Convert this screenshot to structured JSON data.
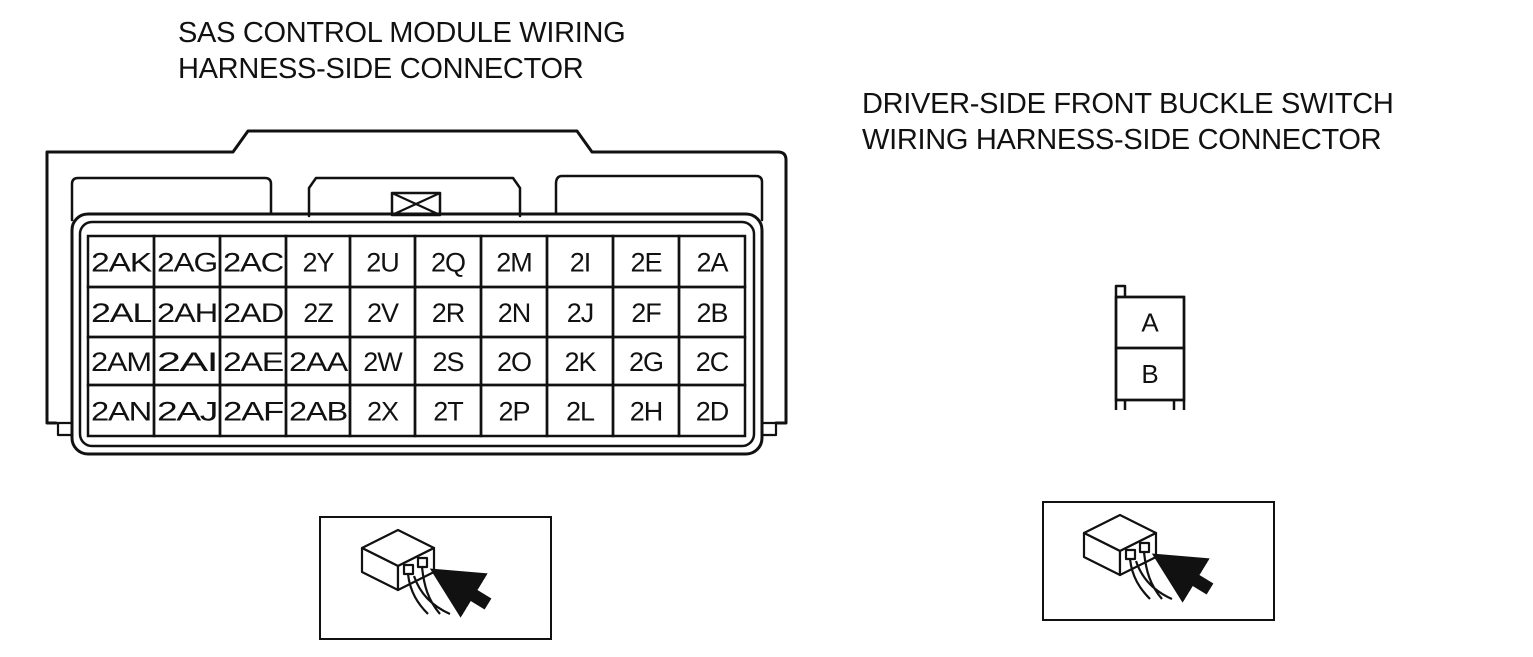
{
  "sas_connector": {
    "title_line1": "SAS CONTROL MODULE WIRING",
    "title_line2": "HARNESS-SIDE CONNECTOR",
    "pin_rows": [
      [
        "2AK",
        "2AG",
        "2AC",
        "2Y",
        "2U",
        "2Q",
        "2M",
        "2I",
        "2E",
        "2A"
      ],
      [
        "2AL",
        "2AH",
        "2AD",
        "2Z",
        "2V",
        "2R",
        "2N",
        "2J",
        "2F",
        "2B"
      ],
      [
        "2AM",
        "2AI",
        "2AE",
        "2AA",
        "2W",
        "2S",
        "2O",
        "2K",
        "2G",
        "2C"
      ],
      [
        "2AN",
        "2AJ",
        "2AF",
        "2AB",
        "2X",
        "2T",
        "2P",
        "2L",
        "2H",
        "2D"
      ]
    ],
    "view_icon": "harness-side-view-icon"
  },
  "buckle_connector": {
    "title_line1": "DRIVER-SIDE FRONT BUCKLE SWITCH",
    "title_line2": "WIRING HARNESS-SIDE CONNECTOR",
    "pins": [
      "A",
      "B"
    ],
    "view_icon": "harness-side-view-icon"
  }
}
